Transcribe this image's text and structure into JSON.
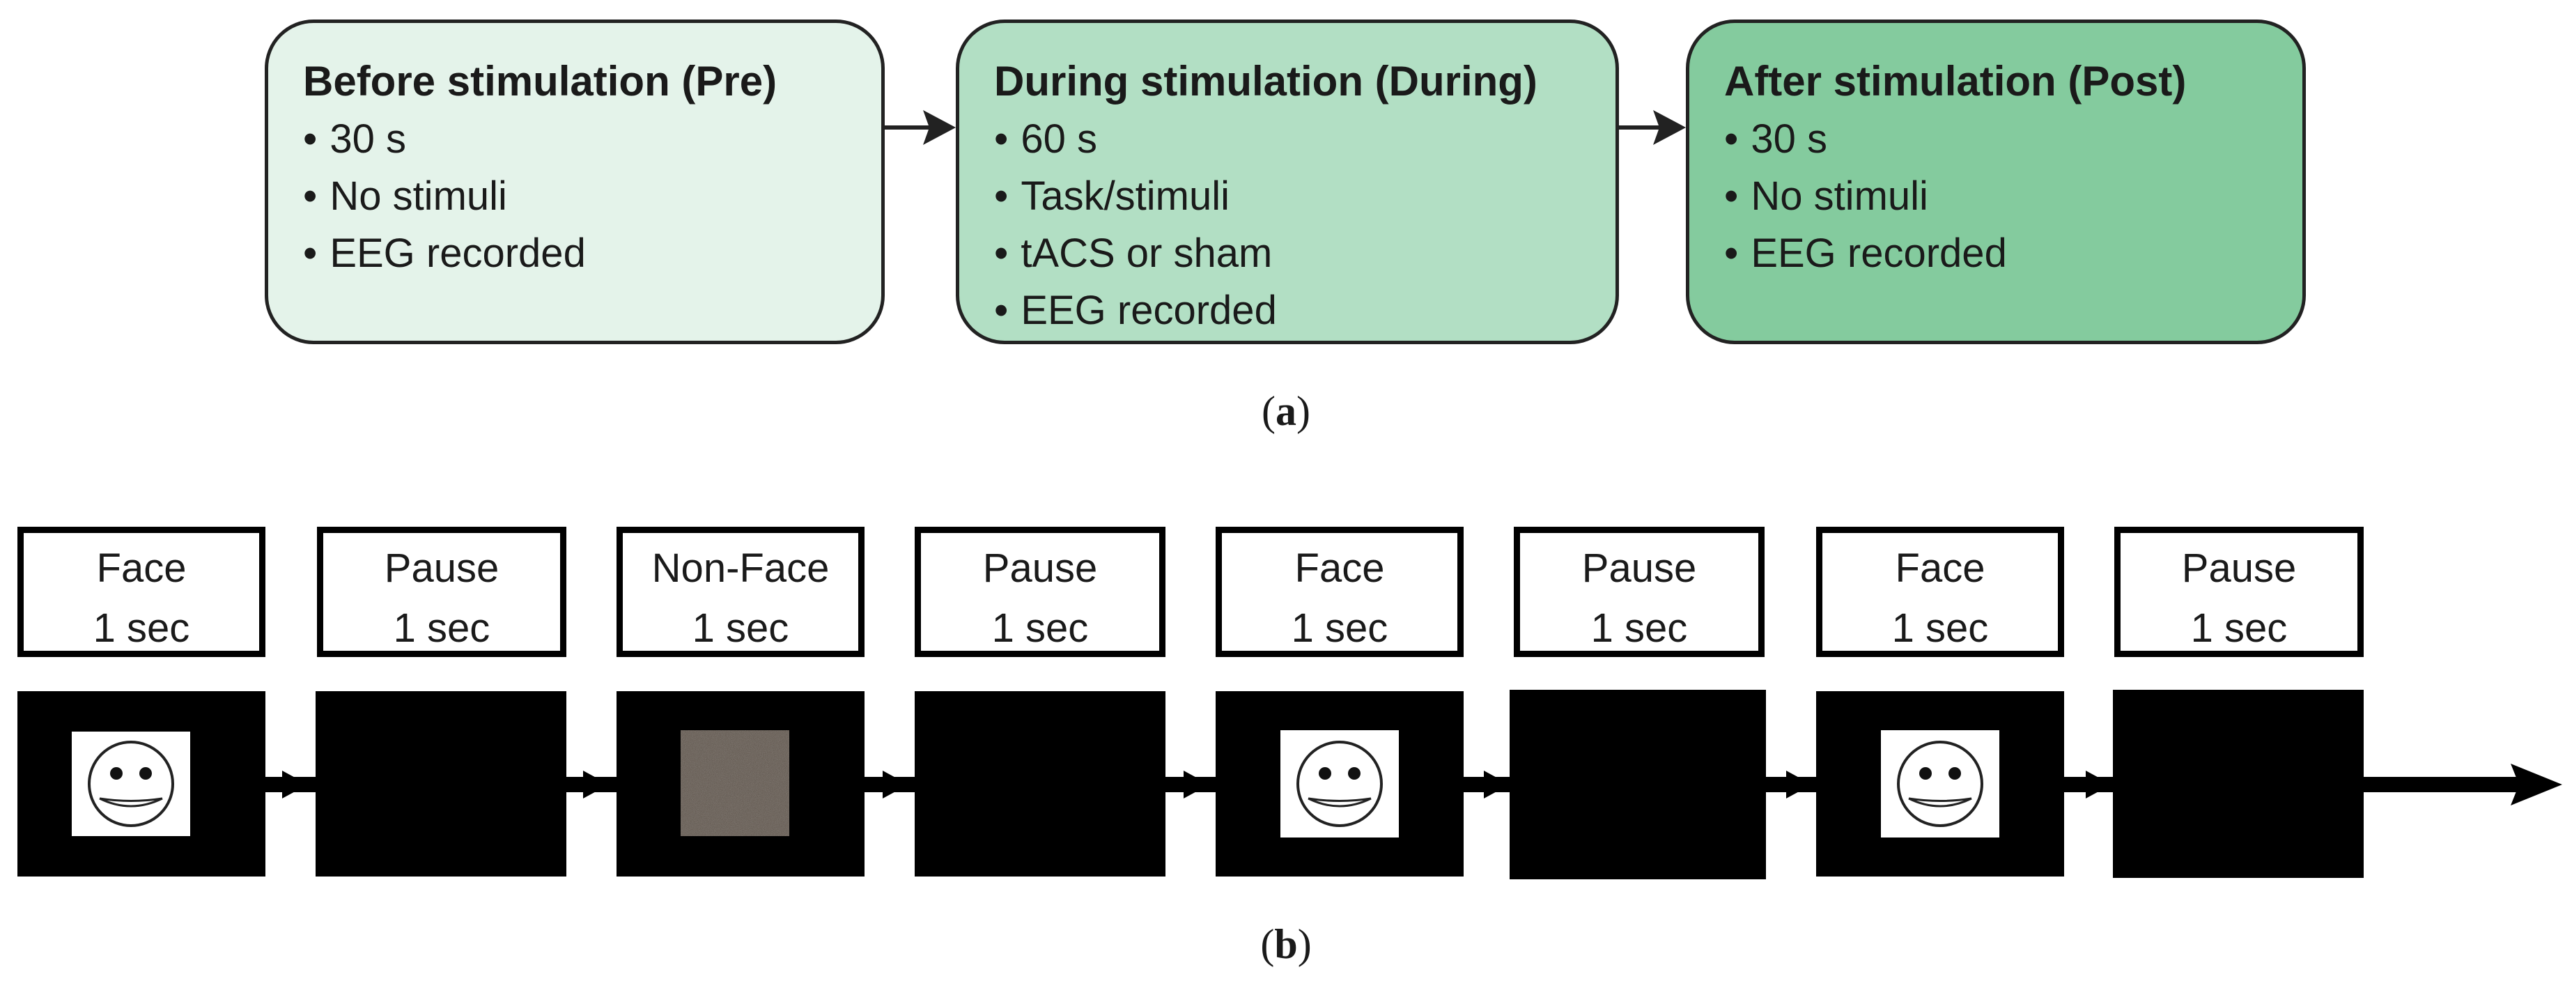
{
  "panel_a": {
    "phases": [
      {
        "title": "Before stimulation (Pre)",
        "items": [
          "30 s",
          "No stimuli",
          "EEG recorded"
        ]
      },
      {
        "title": "During stimulation (During)",
        "items": [
          "60 s",
          "Task/stimuli",
          "tACS or sham",
          "EEG recorded"
        ]
      },
      {
        "title": "After stimulation (Post)",
        "items": [
          "30 s",
          "No stimuli",
          "EEG recorded"
        ]
      }
    ],
    "colors": [
      "#e4f3ea",
      "#b2dfc4",
      "#84cb9e"
    ],
    "caption_letter": "a"
  },
  "panel_b": {
    "trials": [
      {
        "label": "Face",
        "duration": "1 sec",
        "stimulus": "smiley-face"
      },
      {
        "label": "Pause",
        "duration": "1 sec",
        "stimulus": "none"
      },
      {
        "label": "Non-Face",
        "duration": "1 sec",
        "stimulus": "noise-patch"
      },
      {
        "label": "Pause",
        "duration": "1 sec",
        "stimulus": "none"
      },
      {
        "label": "Face",
        "duration": "1 sec",
        "stimulus": "smiley-face"
      },
      {
        "label": "Pause",
        "duration": "1 sec",
        "stimulus": "none"
      },
      {
        "label": "Face",
        "duration": "1 sec",
        "stimulus": "smiley-face"
      },
      {
        "label": "Pause",
        "duration": "1 sec",
        "stimulus": "none"
      }
    ],
    "caption_letter": "b"
  }
}
